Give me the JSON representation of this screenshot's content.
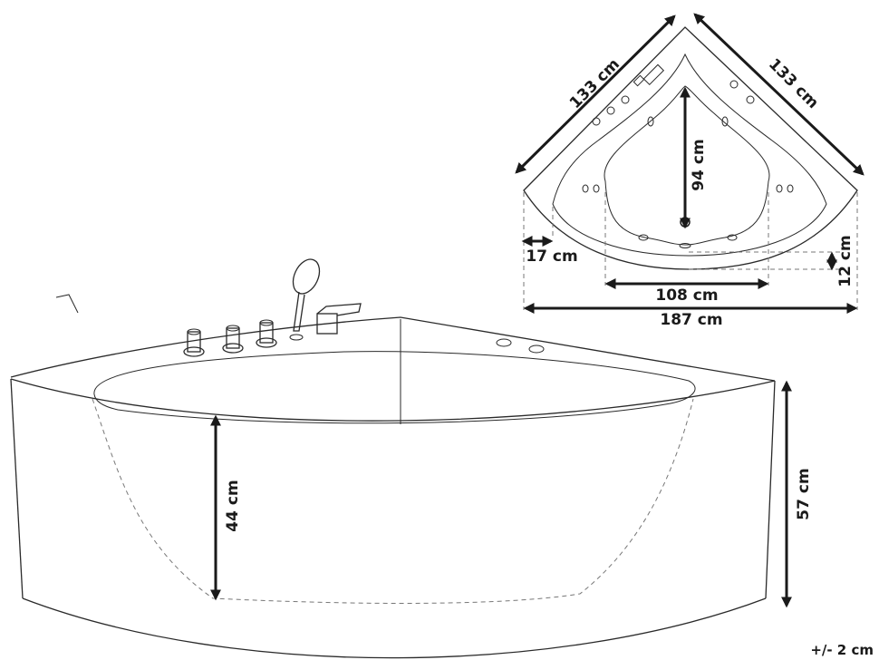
{
  "dimensions": {
    "side_left": "133 cm",
    "side_right": "133 cm",
    "inner_depth": "94 cm",
    "rim_offset": "17 cm",
    "front_offset": "12 cm",
    "inner_width": "108 cm",
    "total_width": "187 cm",
    "inner_height": "44 cm",
    "total_height": "57 cm"
  },
  "tolerance": "+/- 2 cm"
}
